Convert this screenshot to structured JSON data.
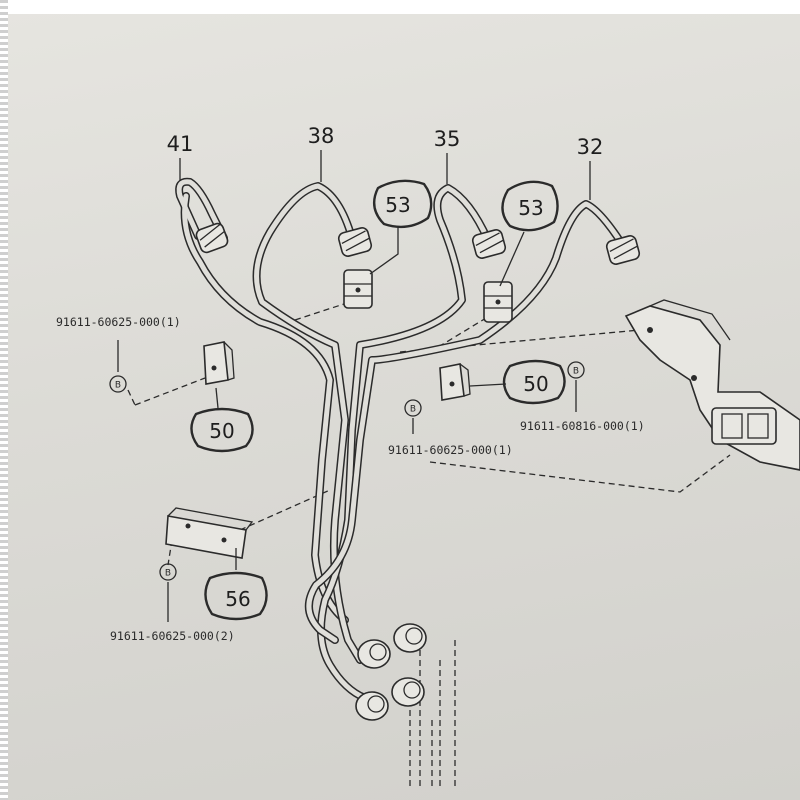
{
  "callouts": {
    "c41": "41",
    "c38": "38",
    "c35": "35",
    "c32": "32",
    "c53a": "53",
    "c53b": "53",
    "c50a": "50",
    "c50b": "50",
    "c56": "56"
  },
  "part_numbers": {
    "pn1": "91611-60625-000(1)",
    "pn2": "91611-60625-000(1)",
    "pn3": "91611-60816-000(1)",
    "pn4": "91611-60625-000(2)"
  },
  "bolt_marks": {
    "b1": "B",
    "b2": "B",
    "b3": "B",
    "b4": "B"
  }
}
